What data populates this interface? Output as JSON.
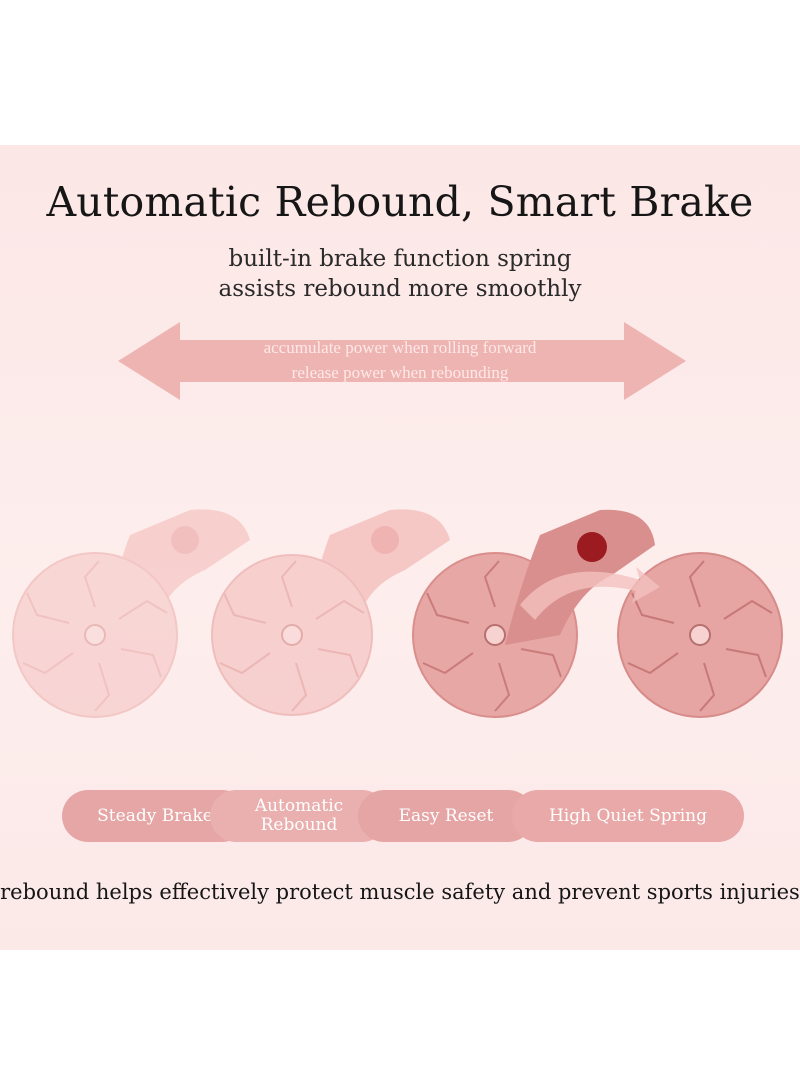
{
  "title": "Automatic Rebound, Smart Brake",
  "subtitle_lines": [
    "built-in brake function spring",
    "assists rebound more smoothly"
  ],
  "arrow_text_lines": [
    "accumulate power when rolling forward",
    "release power when rebounding"
  ],
  "features": [
    {
      "line1": "Steady Brake",
      "line2": ""
    },
    {
      "line1": "Automatic",
      "line2": "Rebound"
    },
    {
      "line1": "Easy Reset",
      "line2": ""
    },
    {
      "line1": "High Quiet Spring",
      "line2": ""
    }
  ],
  "footer": "rebound helps effectively protect muscle safety and prevent sports injuries",
  "colors": {
    "background": "#fbe7e6",
    "arrow": "#eeb5b3",
    "wheel_faded": "#f6c9c7",
    "wheel_main": "#e7a6a4",
    "brake_dot": "#9b1b20",
    "pill": "#e6a6a6"
  }
}
